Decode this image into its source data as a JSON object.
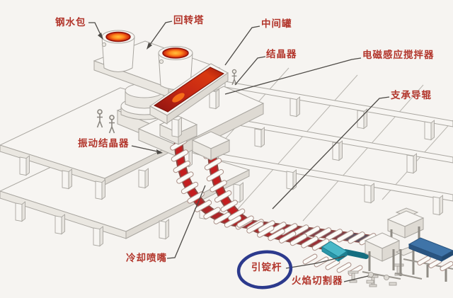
{
  "labels": [
    {
      "id": "ladle",
      "text": "钢水包"
    },
    {
      "id": "rotary-tower",
      "text": "回转塔"
    },
    {
      "id": "tundish",
      "text": "中间罐"
    },
    {
      "id": "mold",
      "text": "结晶器"
    },
    {
      "id": "electromagnetic-stirrer",
      "text": "电磁感应搅拌器"
    },
    {
      "id": "support-guide-rollers",
      "text": "支承导辊"
    },
    {
      "id": "vibrating-mold",
      "text": "振动结晶器"
    },
    {
      "id": "cooling-nozzle",
      "text": "冷却喷嘴"
    },
    {
      "id": "dummy-bar",
      "text": "引锭杆",
      "highlighted": true
    },
    {
      "id": "flame-cutter",
      "text": "火焰切割器"
    }
  ],
  "colors": {
    "background": "#f6f4f1",
    "label_text": "#b2352b",
    "leader_line": "#4d4a46",
    "highlight_circle": "#2c3a8d",
    "molten_steel": "#cc2020",
    "molten_glow": "#ffae29",
    "strand_hot": "#c41e20",
    "strand_cool": "#5e5361",
    "dummy_bar_cyan": "#49b8c8",
    "slab_blue": "#3f74a8",
    "machine_fill": "#f7f5f2",
    "machine_outline": "#a9a6a0"
  }
}
